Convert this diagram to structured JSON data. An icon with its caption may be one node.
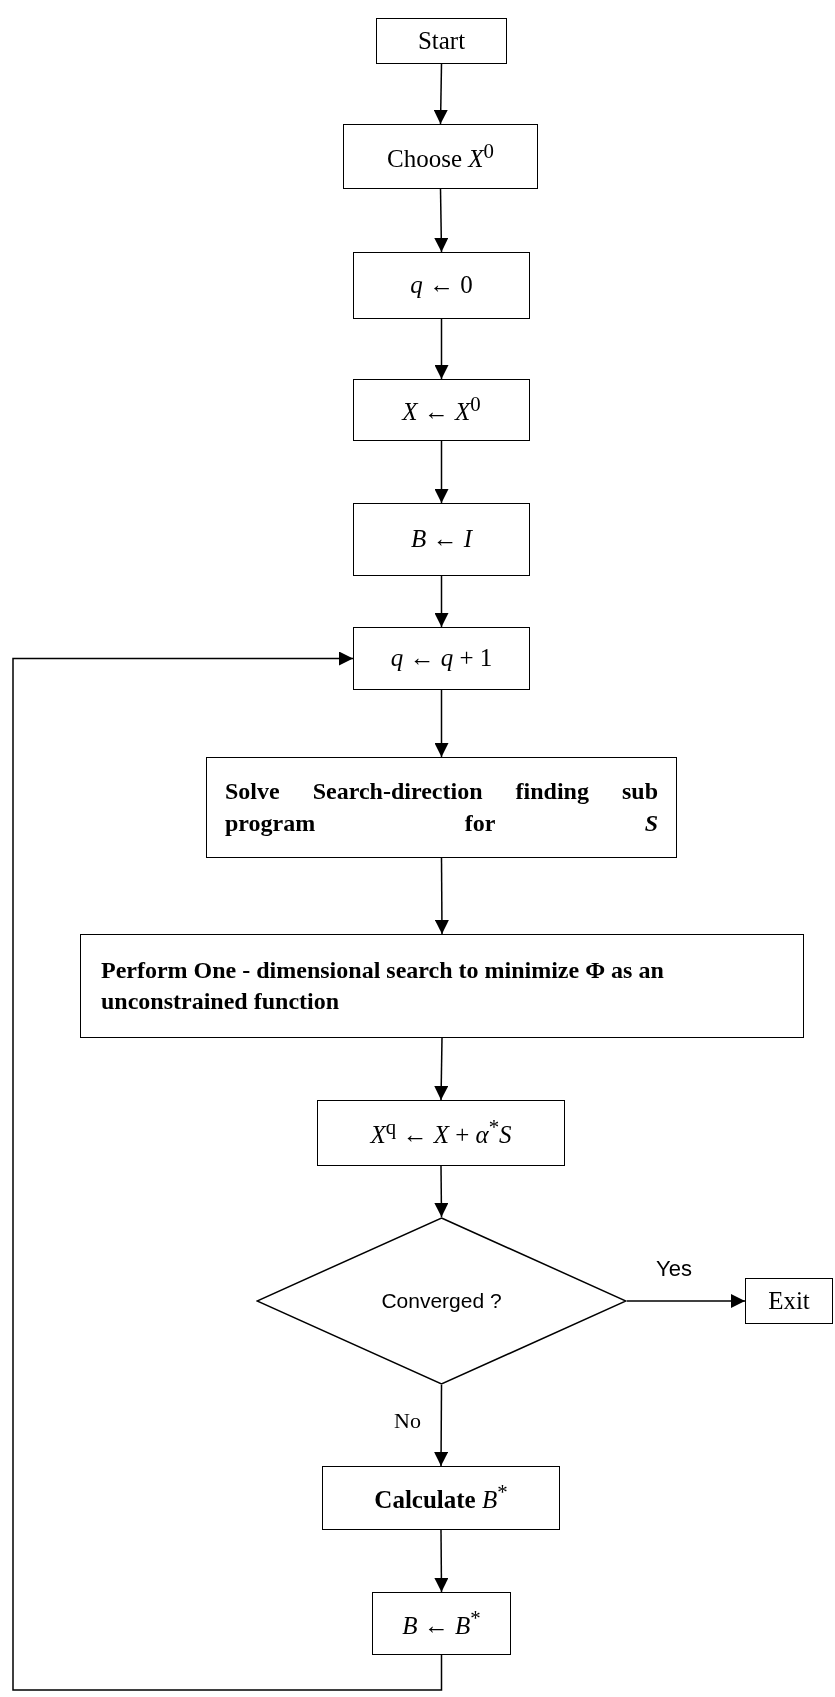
{
  "diagram": {
    "nodes": [
      {
        "text": [
          "Start"
        ]
      },
      {
        "text": [
          "Choose *X*$^{0}$"
        ]
      },
      {
        "text": [
          "*q* ← 0"
        ]
      },
      {
        "text": [
          "*X* ← *X*$^{0}$"
        ]
      },
      {
        "text": [
          "*B* ← *I*"
        ]
      },
      {
        "text": [
          "*q* ← *q* + 1"
        ]
      },
      {
        "text": [
          "Solve Search-direction finding sub program for *S*"
        ]
      },
      {
        "text": [
          "Perform One - dimensional search to minimize Φ as an unconstrained function"
        ]
      },
      {
        "text": [
          "*X*$^{q}$ ← *X* + *α*$^{*}$*S*"
        ]
      },
      {
        "text": [
          "Converged ?"
        ]
      },
      {
        "text": [
          "Exit"
        ]
      },
      {
        "text": [
          "**Calculate** *B*$^{*}$"
        ]
      },
      {
        "text": [
          "*B* ← *B*$^{*}$"
        ]
      }
    ],
    "edges": [
      {
        "from": 0,
        "to": 1,
        "arrow": "to"
      },
      {
        "from": 1,
        "to": 2,
        "arrow": "to"
      },
      {
        "from": 2,
        "to": 3,
        "arrow": "to"
      },
      {
        "from": 3,
        "to": 4,
        "arrow": "to"
      },
      {
        "from": 4,
        "to": 5,
        "arrow": "to"
      },
      {
        "from": 5,
        "to": 6,
        "arrow": "to"
      },
      {
        "from": 6,
        "to": 7,
        "arrow": "to"
      },
      {
        "from": 7,
        "to": 8,
        "arrow": "to"
      },
      {
        "from": 8,
        "to": 9,
        "arrow": "to"
      },
      {
        "from": 9,
        "to": 10,
        "label": "Yes",
        "arrow": "to"
      },
      {
        "from": 9,
        "to": 11,
        "label": "No",
        "arrow": "to"
      },
      {
        "from": 11,
        "to": 12,
        "arrow": "to"
      },
      {
        "from": 12,
        "to": 5,
        "arrow": "to"
      }
    ]
  }
}
